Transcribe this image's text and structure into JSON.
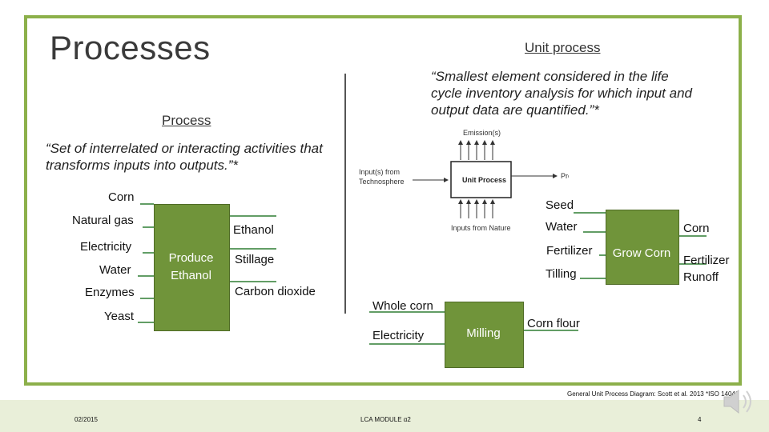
{
  "slide": {
    "title": "Processes",
    "unit_process_heading": "Unit process",
    "unit_process_quote": "“Smallest element considered in the life cycle inventory analysis for which input and output data are quantified.”*",
    "process_heading": "Process",
    "process_quote": "“Set of interrelated or interacting activities that transforms inputs into outputs.”*"
  },
  "diagram": {
    "emissions": "Emission(s)",
    "inputs_techno_1": "Input(s) from",
    "inputs_techno_2": "Technosphere",
    "box": "Unit Process",
    "products": "Product(s)",
    "inputs_nature": "Inputs from Nature"
  },
  "ethanol_process": {
    "inputs": [
      "Corn",
      "Natural gas",
      "Electricity",
      "Water",
      "Enzymes",
      "Yeast"
    ],
    "box_line1": "Produce",
    "box_line2": "Ethanol",
    "outputs": [
      "Ethanol",
      "Stillage",
      "Carbon dioxide"
    ]
  },
  "corn_process": {
    "inputs": [
      "Seed",
      "Water",
      "Fertilizer",
      "Tilling"
    ],
    "box": "Grow Corn",
    "outputs": [
      "Corn",
      "Fertilizer",
      "Runoff"
    ]
  },
  "milling_process": {
    "inputs": [
      "Whole corn",
      "Electricity"
    ],
    "box": "Milling",
    "outputs": [
      "Corn flour"
    ]
  },
  "footer": {
    "citation": "General Unit Process Diagram: Scott et al. 2013 *ISO 14040",
    "date": "02/2015",
    "module": "LCA MODULE α2",
    "page": "4"
  },
  "colors": {
    "frame": "#8cb04a",
    "box_fill": "#70943a",
    "footer_band": "#e9efd9"
  },
  "icons": [
    "speaker-icon"
  ]
}
